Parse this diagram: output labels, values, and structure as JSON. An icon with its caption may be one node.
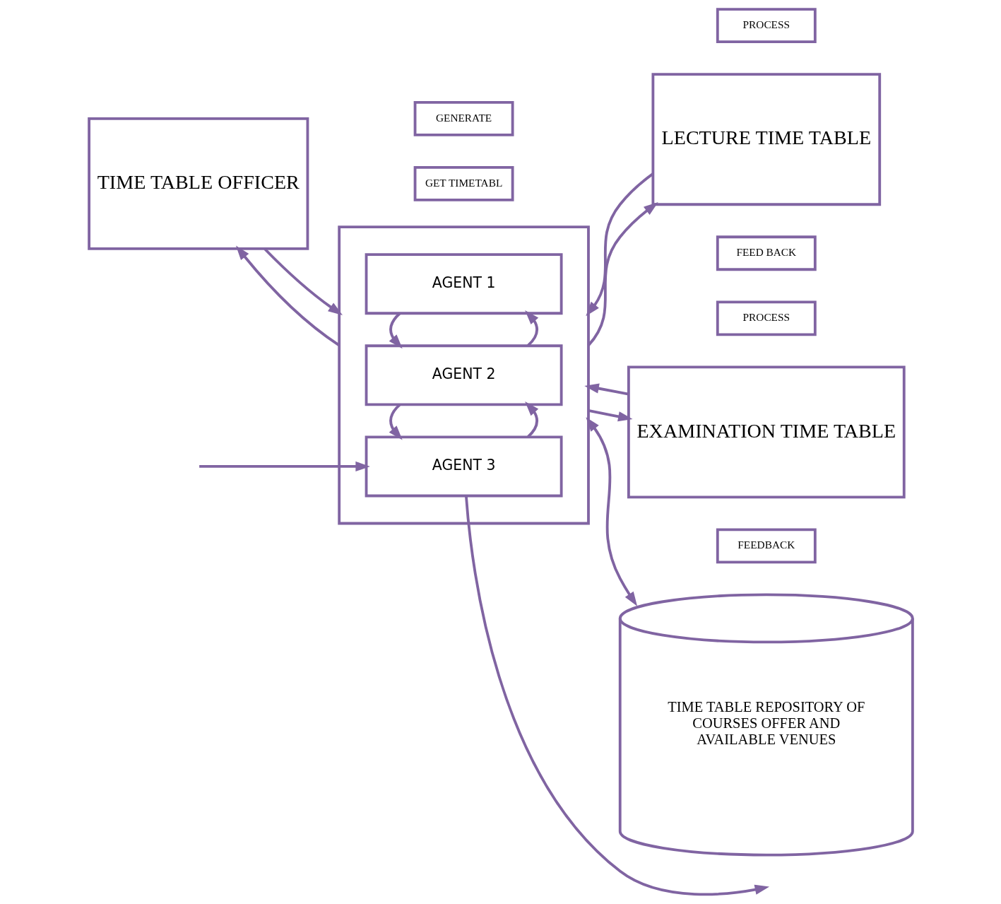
{
  "diagram": {
    "nodes": [
      {
        "text": [
          "TIME TABLE OFFICER"
        ]
      },
      {
        "text": [
          "GENERATE"
        ]
      },
      {
        "text": [
          "GET TIMETABL"
        ]
      },
      {
        "text": [],
        "shape": "box"
      },
      {
        "text": [
          "AGENT 1"
        ],
        "in": 3
      },
      {
        "text": [
          "AGENT 2"
        ],
        "in": 3
      },
      {
        "text": [
          "AGENT 3"
        ],
        "in": 3
      },
      {
        "text": [
          "PROCESS"
        ]
      },
      {
        "text": [
          "LECTURE TIME TABLE"
        ]
      },
      {
        "text": [
          "FEED BACK"
        ]
      },
      {
        "text": [
          "PROCESS"
        ]
      },
      {
        "text": [
          "EXAMINATION TIME TABLE"
        ]
      },
      {
        "text": [
          "FEEDBACK"
        ]
      },
      {
        "text": [
          "TIME TABLE REPOSITORY OF COURSES OFFER AND AVAILABLE VENUES"
        ]
      }
    ],
    "edges": [
      {
        "from": 0,
        "to": 3,
        "arrow": "to"
      },
      {
        "from": 3,
        "to": 0,
        "arrow": "to"
      },
      {
        "from": 5,
        "to": 4,
        "arrow": "to"
      },
      {
        "from": 4,
        "to": 5,
        "arrow": "to"
      },
      {
        "from": 6,
        "to": 5,
        "arrow": "to"
      },
      {
        "from": 5,
        "to": 6,
        "arrow": "to"
      },
      {
        "from": 6,
        "to": null,
        "arrow": "to"
      },
      {
        "from": null,
        "to": 6,
        "arrow": "to"
      },
      {
        "from": 3,
        "to": 8,
        "arrow": "to"
      },
      {
        "from": 8,
        "to": 3,
        "arrow": "to"
      },
      {
        "from": 3,
        "to": 11,
        "arrow": "to"
      },
      {
        "from": 11,
        "to": 3,
        "arrow": "to"
      },
      {
        "from": 3,
        "to": 13,
        "arrow": "both"
      }
    ]
  }
}
